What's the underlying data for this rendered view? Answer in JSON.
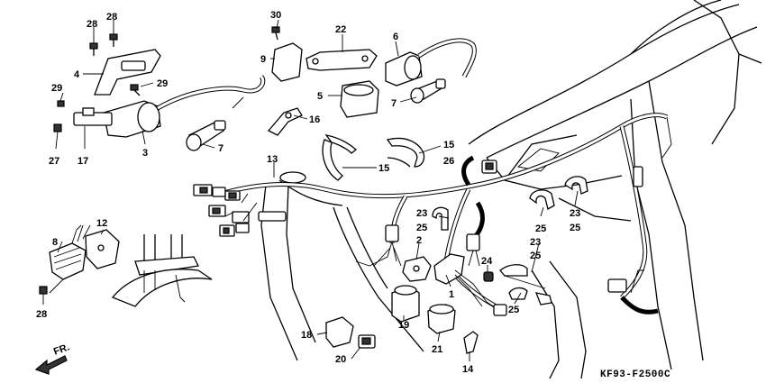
{
  "diagram": {
    "code": "KF93-F2500C",
    "direction_label": "FR.",
    "labels": {
      "l1": "1",
      "l2": "2",
      "l3": "3",
      "l4": "4",
      "l5": "5",
      "l6": "6",
      "l7a": "7",
      "l7b": "7",
      "l8": "8",
      "l9": "9",
      "l12": "12",
      "l13": "13",
      "l14": "14",
      "l15a": "15",
      "l15b": "15",
      "l16": "16",
      "l17": "17",
      "l18": "18",
      "l19": "19",
      "l20": "20",
      "l21": "21",
      "l22": "22",
      "l23a": "23",
      "l23b": "23",
      "l23c": "23",
      "l24": "24",
      "l25a": "25",
      "l25b": "25",
      "l25c": "25",
      "l25d": "25",
      "l25e": "25",
      "l26": "26",
      "l27": "27",
      "l28a": "28",
      "l28b": "28",
      "l28c": "28",
      "l29a": "29",
      "l29b": "29",
      "l30": "30"
    }
  }
}
